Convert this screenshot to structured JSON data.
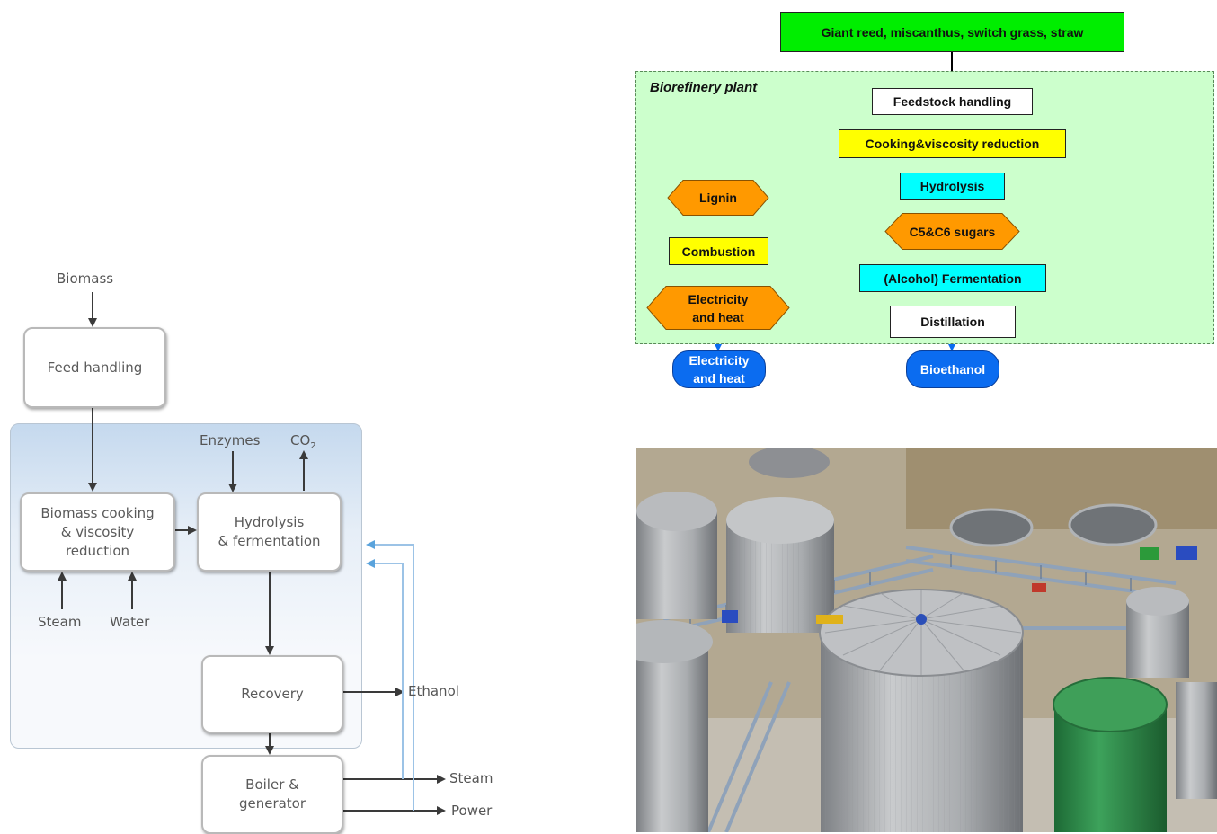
{
  "left_diagram": {
    "biomass": "Biomass",
    "feed_handling": "Feed handling",
    "cooking": "Biomass cooking\n& viscosity\nreduction",
    "hydrolysis": "Hydrolysis\n& fermentation",
    "enzymes": "Enzymes",
    "co2": "CO",
    "co2_sub": "2",
    "steam_in": "Steam",
    "water_in": "Water",
    "recovery": "Recovery",
    "ethanol": "Ethanol",
    "boiler": "Boiler &\ngenerator",
    "steam_out": "Steam",
    "power_out": "Power"
  },
  "right_diagram": {
    "feedstock": "Giant reed, miscanthus, switch grass, straw",
    "plant_label": "Biorefinery plant",
    "feedstock_handling": "Feedstock handling",
    "cooking": "Cooking&viscosity reduction",
    "hydrolysis": "Hydrolysis",
    "sugars": "C5&C6 sugars",
    "fermentation": "(Alcohol) Fermentation",
    "distillation": "Distillation",
    "lignin": "Lignin",
    "combustion": "Combustion",
    "elec_heat_inner": "Electricity\nand heat",
    "elec_heat_out": "Electricity\nand heat",
    "bioethanol": "Bioethanol"
  },
  "colors": {
    "feedstock_green": "#00ee00",
    "plant_bg": "#ccffcc",
    "yellow": "#ffff00",
    "cyan": "#00ffff",
    "orange": "#ff9900",
    "blue_pill": "#0b6cf0",
    "left_panel_top": "#c5d9ee"
  },
  "photo": {
    "subject": "biorefinery-construction-site-photo"
  }
}
